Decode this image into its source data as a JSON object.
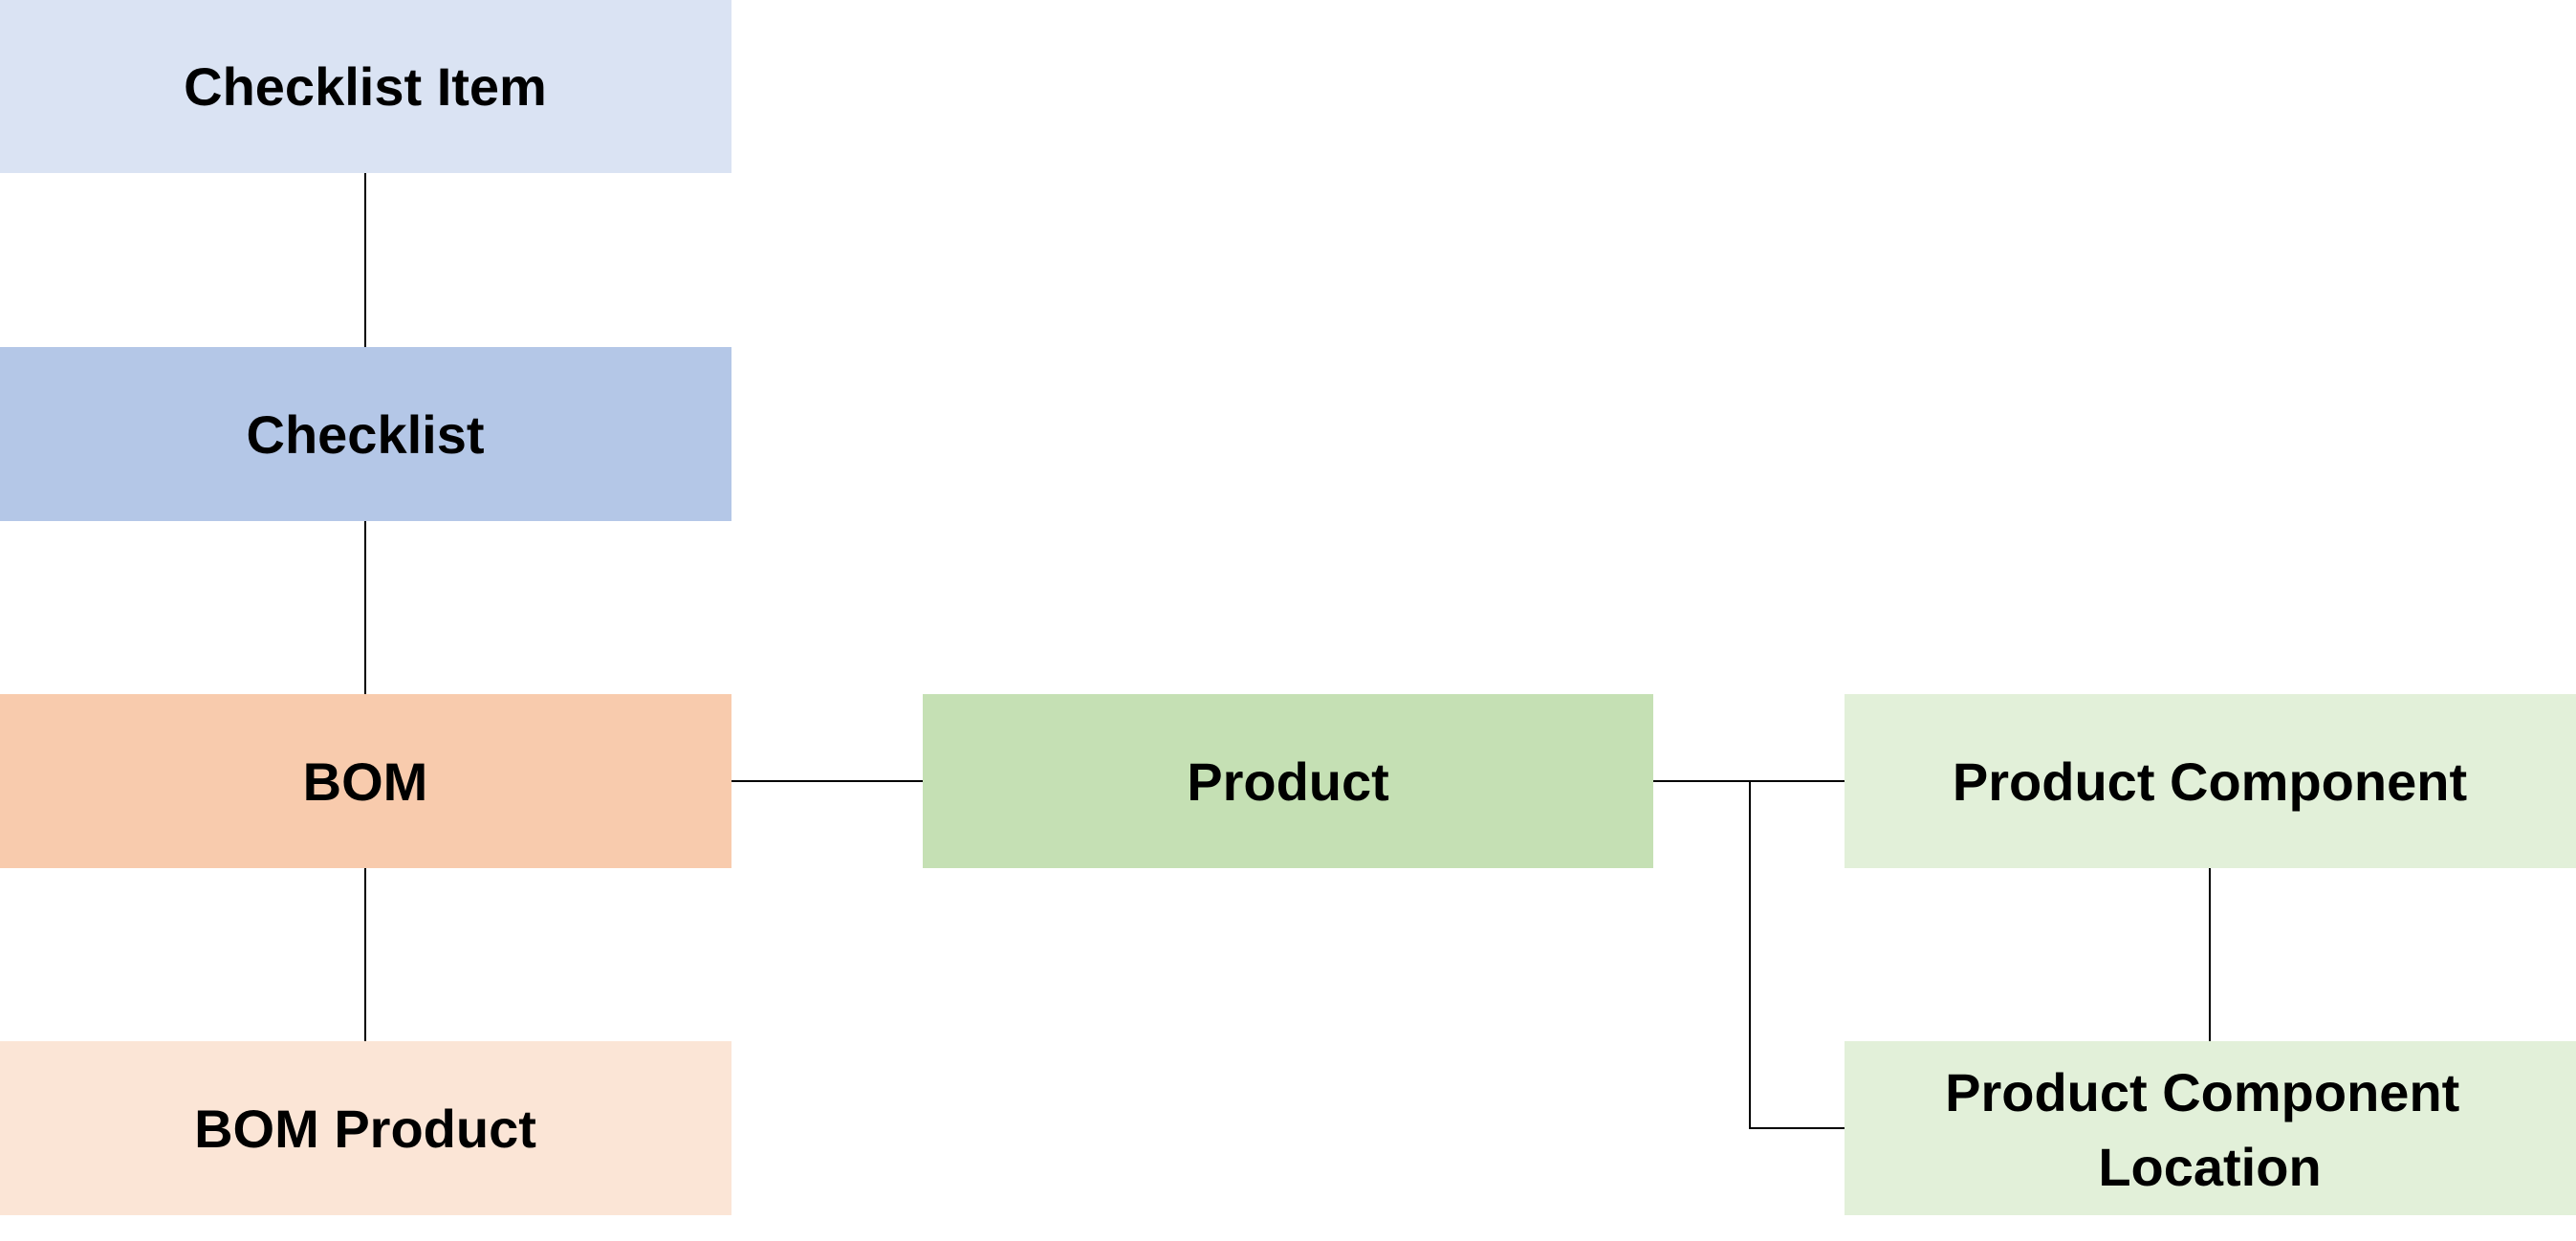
{
  "nodes": [
    {
      "id": "checklist-item",
      "lines": [
        "Checklist Item"
      ],
      "color": "#dae3f3"
    },
    {
      "id": "checklist",
      "lines": [
        "Checklist"
      ],
      "color": "#b4c7e7"
    },
    {
      "id": "bom",
      "lines": [
        "BOM"
      ],
      "color": "#f8cbad"
    },
    {
      "id": "bom-product",
      "lines": [
        "BOM Product"
      ],
      "color": "#fbe5d6"
    },
    {
      "id": "product",
      "lines": [
        "Product"
      ],
      "color": "#c5e0b4"
    },
    {
      "id": "product-component",
      "lines": [
        "Product Component"
      ],
      "color": "#e2f0d9"
    },
    {
      "id": "product-component-location",
      "lines": [
        "Product Component",
        "Location"
      ],
      "color": "#e2f0d9"
    }
  ],
  "connections": [
    {
      "from": "checklist-item",
      "to": "checklist"
    },
    {
      "from": "checklist",
      "to": "bom"
    },
    {
      "from": "bom",
      "to": "bom-product"
    },
    {
      "from": "bom",
      "to": "product"
    },
    {
      "from": "product",
      "to": "product-component"
    },
    {
      "from": "product",
      "to": "product-component-location"
    },
    {
      "from": "product-component",
      "to": "product-component-location"
    }
  ]
}
